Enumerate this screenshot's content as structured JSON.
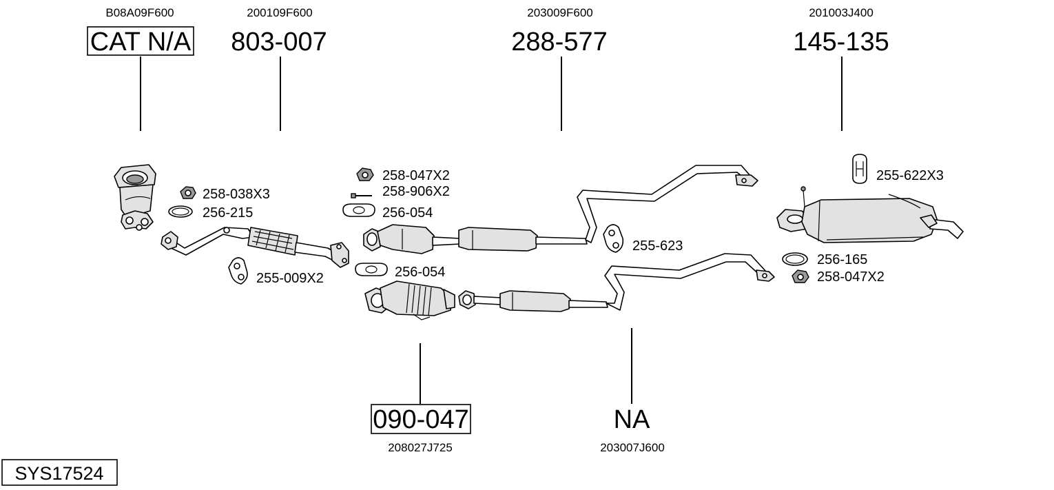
{
  "diagram": {
    "system_id": "SYS17524",
    "assemblies": [
      {
        "oem": "B08A09F600",
        "part": "CAT N/A",
        "boxed": true
      },
      {
        "oem": "200109F600",
        "part": "803-007",
        "boxed": false
      },
      {
        "oem": "203009F600",
        "part": "288-577",
        "boxed": false
      },
      {
        "oem": "201003J400",
        "part": "145-135",
        "boxed": false
      },
      {
        "oem": "208027J725",
        "part": "090-047",
        "boxed": true
      },
      {
        "oem": "203007J600",
        "part": "NA",
        "boxed": false
      }
    ],
    "fittings": [
      {
        "label": "258-038X3",
        "icon": "nut-icon"
      },
      {
        "label": "256-215",
        "icon": "gasket-ring-icon"
      },
      {
        "label": "255-009X2",
        "icon": "rubber-hanger-icon"
      },
      {
        "label": "258-047X2",
        "icon": "nut-icon"
      },
      {
        "label": "258-906X2",
        "icon": "bolt-icon"
      },
      {
        "label": "256-054",
        "icon": "flange-gasket-icon"
      },
      {
        "label": "256-054",
        "icon": "flange-gasket-icon"
      },
      {
        "label": "255-623",
        "icon": "rubber-hanger-icon"
      },
      {
        "label": "255-622X3",
        "icon": "h-hanger-icon"
      },
      {
        "label": "256-165",
        "icon": "gasket-ring-icon"
      },
      {
        "label": "258-047X2",
        "icon": "nut-icon"
      }
    ]
  }
}
